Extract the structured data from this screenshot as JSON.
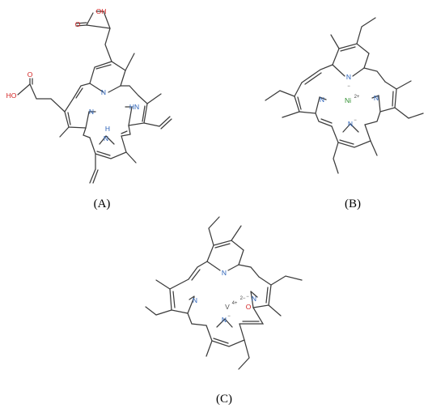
{
  "panels": [
    {
      "id": "A",
      "label": "(A)",
      "atoms": {
        "N1": "N",
        "N2": "HN",
        "N3": "N",
        "N4": "H",
        "OH_top": "OH",
        "O_top": "O",
        "OH_left": "HO",
        "O_left": "O"
      }
    },
    {
      "id": "B",
      "label": "(B)",
      "atoms": {
        "N_top": "N",
        "N_left": "N",
        "N_right": "N",
        "N_bottom": "N",
        "metal": "Ni"
      },
      "charges": {
        "metal": "2+",
        "N_top": "−",
        "N_bottom": "−"
      }
    },
    {
      "id": "C",
      "label": "(C)",
      "atoms": {
        "N_top": "N",
        "N_left": "N",
        "N_right": "N",
        "N_bottom": "N",
        "metal": "V",
        "oxo": "O"
      },
      "charges": {
        "metal": "4+",
        "oxo": "2−",
        "N_bottom": "−",
        "N_right": "−"
      }
    }
  ],
  "colors": {
    "nitrogen": "#2b62b8",
    "oxygen": "#d21f1f",
    "nickel": "#2f8f2f",
    "bond": "#3c3c3c"
  }
}
